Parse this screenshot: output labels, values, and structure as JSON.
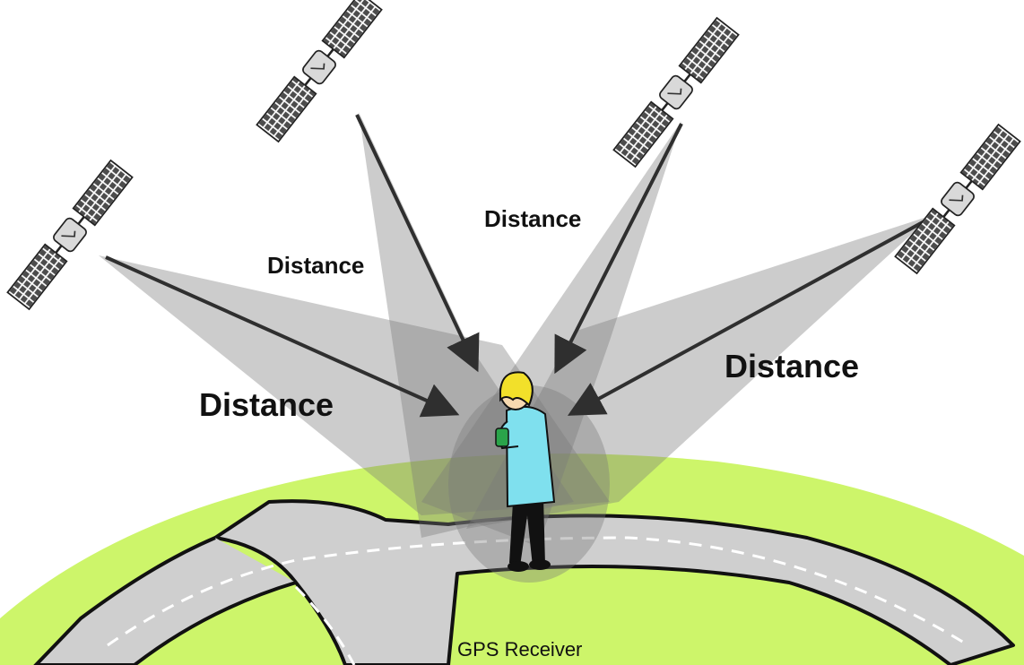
{
  "labels": {
    "distance_top_center": "Distance",
    "distance_top_left": "Distance",
    "distance_left": "Distance",
    "distance_right": "Distance",
    "caption": "GPS Receiver"
  },
  "satellites": [
    {
      "name": "satellite-far-left"
    },
    {
      "name": "satellite-top-left"
    },
    {
      "name": "satellite-top-right"
    },
    {
      "name": "satellite-far-right"
    }
  ],
  "colors": {
    "ground": "#cdf56a",
    "road": "#cfcfcf",
    "beam": "#7a7a7a",
    "panel": "#555555",
    "person_shirt": "#7fe0ee",
    "person_hair": "#f2e02a",
    "person_pants": "#111111"
  },
  "icons": {
    "satellite": "satellite-icon",
    "person": "person-with-receiver-icon"
  }
}
